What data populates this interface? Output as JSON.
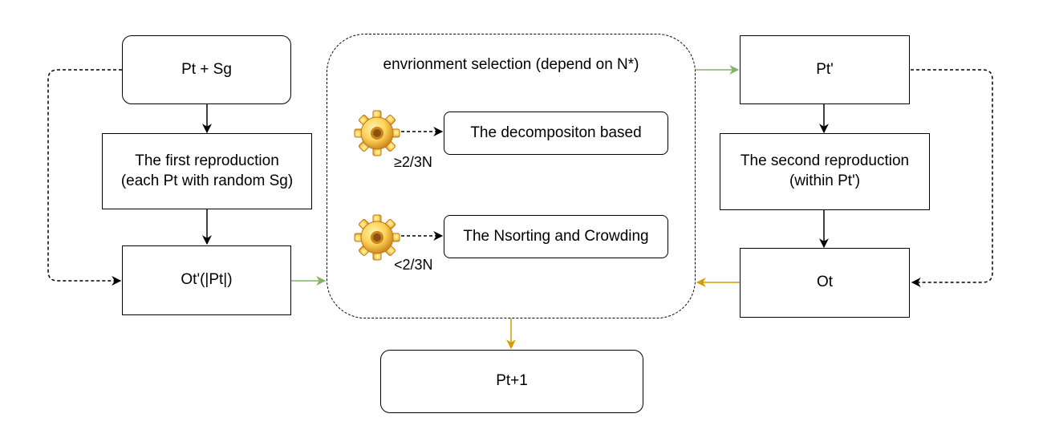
{
  "nodes": {
    "pt_sg": "Pt + Sg",
    "first_repro": {
      "line1": "The first reproduction",
      "line2": "(each Pt with random Sg)"
    },
    "ot_prime": "Ot'(|Pt|)",
    "env_title": "envrionment selection (depend on N*)",
    "decomposition": "The decompositon based",
    "nsorting": "The Nsorting and Crowding",
    "pt_prime": "Pt'",
    "second_repro": {
      "line1": "The second reproduction",
      "line2": "(within Pt')"
    },
    "ot": "Ot",
    "pt_next": "Pt+1"
  },
  "conditions": {
    "high": "≥2/3N",
    "low": "<2/3N"
  },
  "icons": [
    "gear-icon",
    "gear-icon"
  ],
  "colors": {
    "green_arrow": "#82b366",
    "orange_arrow": "#d79b00",
    "gear_light": "#ffe08a",
    "gear_dark": "#e0a52a"
  }
}
